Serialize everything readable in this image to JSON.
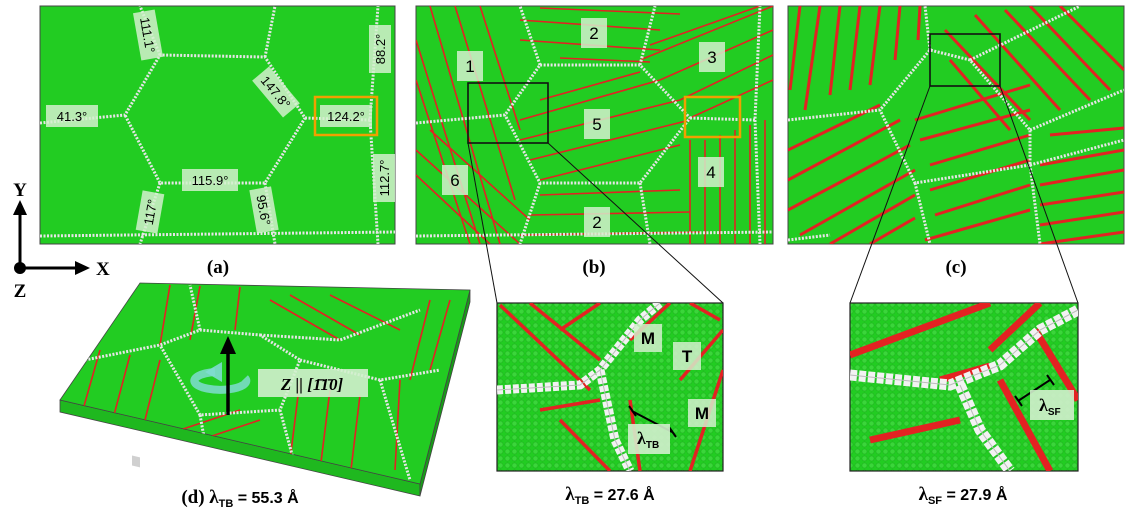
{
  "panel_a": {
    "caption": "(a)",
    "angles": [
      "111.1°",
      "88.2°",
      "147.8°",
      "41.3°",
      "124.2°",
      "115.9°",
      "112.7°",
      "117°",
      "95.6°"
    ]
  },
  "panel_b": {
    "caption": "(b)",
    "grains": [
      "1",
      "2",
      "3",
      "5",
      "6",
      "4",
      "2"
    ]
  },
  "panel_c": {
    "caption": "(c)"
  },
  "axes": {
    "y": "Y",
    "x": "X",
    "z": "Z"
  },
  "panel_d": {
    "caption": "(d) λ",
    "caption_sub": "TB",
    "caption_value": " = 55.3 Å",
    "axis_label": "Z || [1̄1̄0]"
  },
  "zoom_b": {
    "labels": [
      "M",
      "T",
      "M"
    ],
    "lambda": "λ",
    "lambda_sub": "TB",
    "caption": "λ",
    "caption_sub": "TB",
    "caption_value": " = 27.6 Å"
  },
  "zoom_c": {
    "lambda": "λ",
    "lambda_sub": "SF",
    "caption": "λ",
    "caption_sub": "SF",
    "caption_value": " = 27.9 Å"
  },
  "colors": {
    "grain": "#22cc22",
    "twin": "#e32222",
    "boundary": "#e6e6e6",
    "highlight": "#f0a000"
  }
}
